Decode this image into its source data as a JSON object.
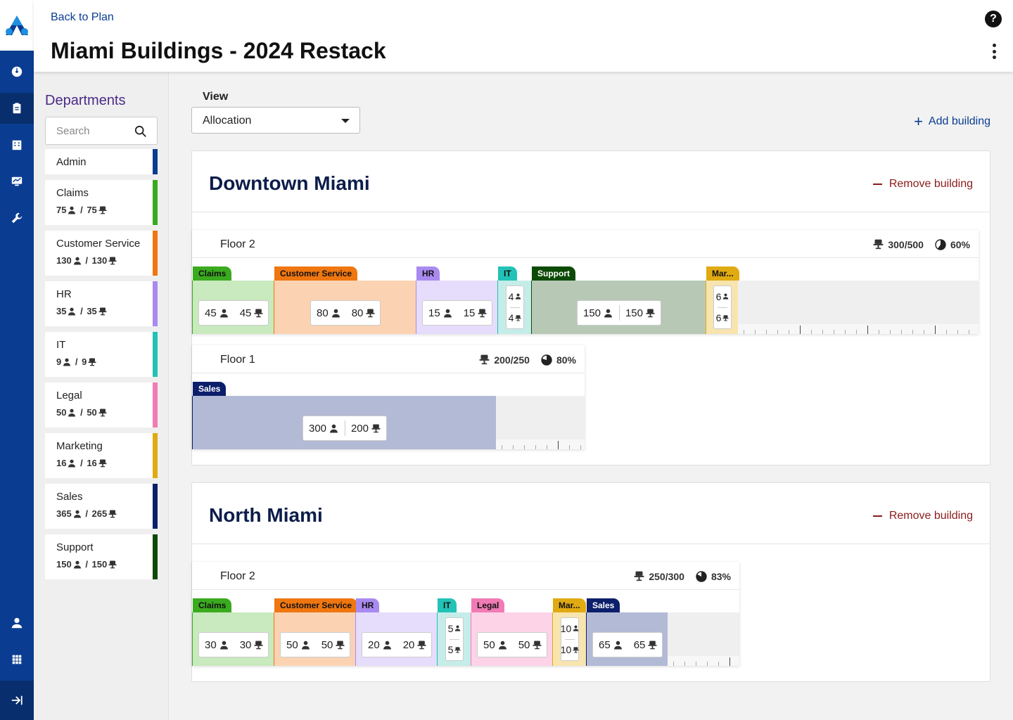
{
  "app": {
    "back_label": "Back to Plan",
    "title": "Miami Buildings - 2024 Restack",
    "help_label": "?"
  },
  "departments": {
    "heading": "Departments",
    "search_placeholder": "Search",
    "items": [
      {
        "name": "Admin",
        "color": "#0a3d91",
        "people": null,
        "desks": null
      },
      {
        "name": "Claims",
        "color": "#3aaa1e",
        "people": "75",
        "desks": "75"
      },
      {
        "name": "Customer Service",
        "color": "#ef7610",
        "people": "130",
        "desks": "130"
      },
      {
        "name": "HR",
        "color": "#a98af0",
        "people": "35",
        "desks": "35"
      },
      {
        "name": "IT",
        "color": "#22c2b6",
        "people": "9",
        "desks": "9"
      },
      {
        "name": "Legal",
        "color": "#f17bb5",
        "people": "50",
        "desks": "50"
      },
      {
        "name": "Marketing",
        "color": "#e0aa12",
        "people": "16",
        "desks": "16"
      },
      {
        "name": "Sales",
        "color": "#0c1f6b",
        "people": "365",
        "desks": "265"
      },
      {
        "name": "Support",
        "color": "#0c4a06",
        "people": "150",
        "desks": "150"
      }
    ]
  },
  "view": {
    "label": "View",
    "selected": "Allocation"
  },
  "add_building_label": "Add building",
  "remove_building_label": "Remove building",
  "buildings": [
    {
      "name": "Downtown Miami",
      "floors": [
        {
          "name": "Floor 2",
          "desks": "300/500",
          "util": "60%",
          "util_fraction": 0.6,
          "segments": [
            {
              "dept": "Claims",
              "label": "Claims",
              "people": "45",
              "desks": "45"
            },
            {
              "dept": "Customer Service",
              "label": "Customer Service",
              "people": "80",
              "desks": "80"
            },
            {
              "dept": "HR",
              "label": "HR",
              "people": "15",
              "desks": "15"
            },
            {
              "dept": "IT",
              "label": "IT",
              "people": "4",
              "desks": "4"
            },
            {
              "dept": "Support",
              "label": "Support",
              "people": "150",
              "desks": "150"
            },
            {
              "dept": "Marketing",
              "label": "Mar...",
              "people": "6",
              "desks": "6"
            }
          ]
        },
        {
          "name": "Floor 1",
          "desks": "200/250",
          "util": "80%",
          "util_fraction": 0.8,
          "segments": [
            {
              "dept": "Sales",
              "label": "Sales",
              "people": "300",
              "desks": "200"
            }
          ]
        }
      ]
    },
    {
      "name": "North Miami",
      "floors": [
        {
          "name": "Floor 2",
          "desks": "250/300",
          "util": "83%",
          "util_fraction": 0.83,
          "segments": [
            {
              "dept": "Claims",
              "label": "Claims",
              "people": "30",
              "desks": "30"
            },
            {
              "dept": "Customer Service",
              "label": "Customer Service",
              "people": "50",
              "desks": "50"
            },
            {
              "dept": "HR",
              "label": "HR",
              "people": "20",
              "desks": "20"
            },
            {
              "dept": "IT",
              "label": "IT",
              "people": "5",
              "desks": "5"
            },
            {
              "dept": "Legal",
              "label": "Legal",
              "people": "50",
              "desks": "50"
            },
            {
              "dept": "Marketing",
              "label": "Mar...",
              "people": "10",
              "desks": "10"
            },
            {
              "dept": "Sales",
              "label": "Sales",
              "people": "65",
              "desks": "65"
            }
          ]
        }
      ]
    }
  ],
  "colors": {
    "Claims": {
      "tab": "#3aaa1e",
      "fill": "#c9e9bf",
      "text": "#111"
    },
    "Customer Service": {
      "tab": "#ef7610",
      "fill": "#fbd3b2",
      "text": "#111"
    },
    "HR": {
      "tab": "#a98af0",
      "fill": "#e6dcfb",
      "text": "#111"
    },
    "IT": {
      "tab": "#22c2b6",
      "fill": "#c4ede9",
      "text": "#111"
    },
    "Support": {
      "tab": "#0c4a06",
      "fill": "#b7c9b5",
      "text": "#fff"
    },
    "Marketing": {
      "tab": "#e0aa12",
      "fill": "#f8e4ae",
      "text": "#111"
    },
    "Sales": {
      "tab": "#0c1f6b",
      "fill": "#b3bad6",
      "text": "#fff"
    },
    "Legal": {
      "tab": "#f17bb5",
      "fill": "#fcd3e7",
      "text": "#111"
    }
  },
  "icons": {
    "person": "person-icon",
    "desk": "desk-icon",
    "utilization": "pie-icon"
  }
}
